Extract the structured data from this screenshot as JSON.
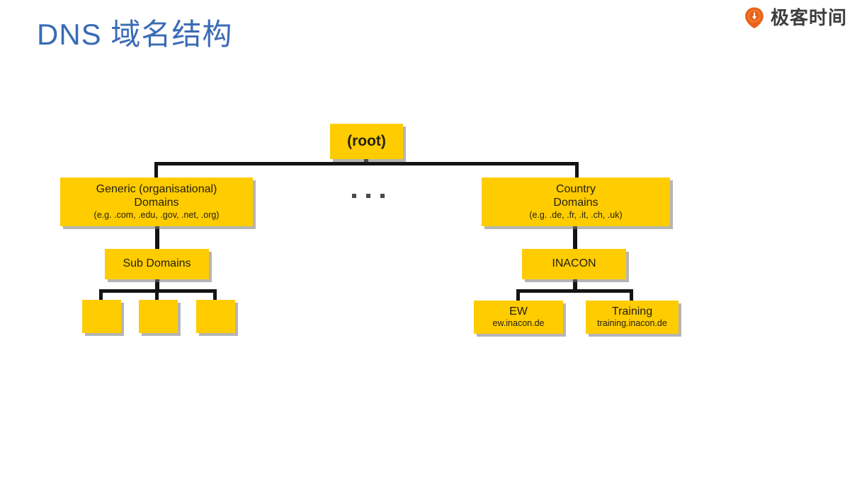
{
  "header": {
    "title": "DNS 域名结构",
    "title_color": "#3a6bb5",
    "brand": {
      "name": "极客时间",
      "icon": "geektime-logo-icon",
      "icon_color": "#e8611a"
    }
  },
  "diagram": {
    "node_fill_color": "#FFCC00",
    "connector_color": "#141414",
    "ellipsis_label": "...",
    "nodes": {
      "root": {
        "label": "(root)"
      },
      "generic": {
        "line1": "Generic (organisational)",
        "line2": "Domains",
        "sub": "(e.g. .com, .edu, .gov, .net, .org)"
      },
      "country": {
        "line1": "Country",
        "line2": "Domains",
        "sub": "(e.g. .de, .fr, .it, .ch, .uk)"
      },
      "sub_domains": {
        "label": "Sub Domains"
      },
      "inacon": {
        "label": "INACON"
      },
      "ew": {
        "line1": "EW",
        "sub": "ew.inacon.de"
      },
      "training": {
        "line1": "Training",
        "sub": "training.inacon.de"
      },
      "leaf1": {
        "label": ""
      },
      "leaf2": {
        "label": ""
      },
      "leaf3": {
        "label": ""
      }
    }
  }
}
